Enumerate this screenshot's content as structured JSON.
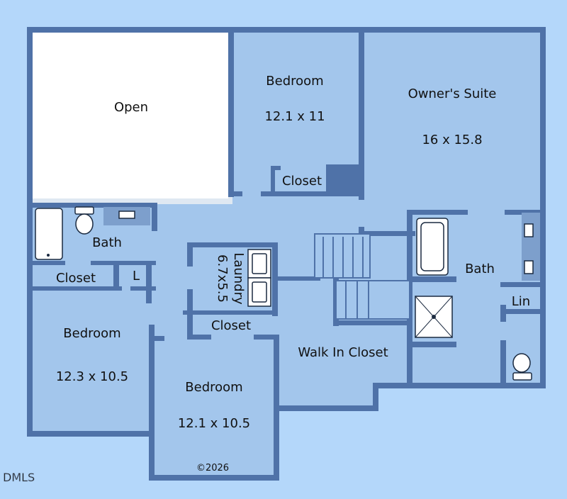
{
  "rooms": {
    "open": "Open",
    "bedroom_top": "Bedroom",
    "bedroom_top_size": "12.1 x 11",
    "closet_top": "Closet",
    "owners_suite": "Owner's Suite",
    "owners_suite_size": "16 x 15.8",
    "bath_left": "Bath",
    "closet_left": "Closet",
    "linen_left": "L",
    "laundry": "Laundry",
    "laundry_size": "6.7x5.5",
    "bath_right": "Bath",
    "lin_right": "Lin",
    "closet_mid": "Closet",
    "walk_in_closet": "Walk In Closet",
    "bedroom_left": "Bedroom",
    "bedroom_left_size": "12.3 x 10.5",
    "bedroom_bottom": "Bedroom",
    "bedroom_bottom_size": "12.1 x 10.5"
  },
  "copyright": "©2026",
  "watermark": "DMLS"
}
